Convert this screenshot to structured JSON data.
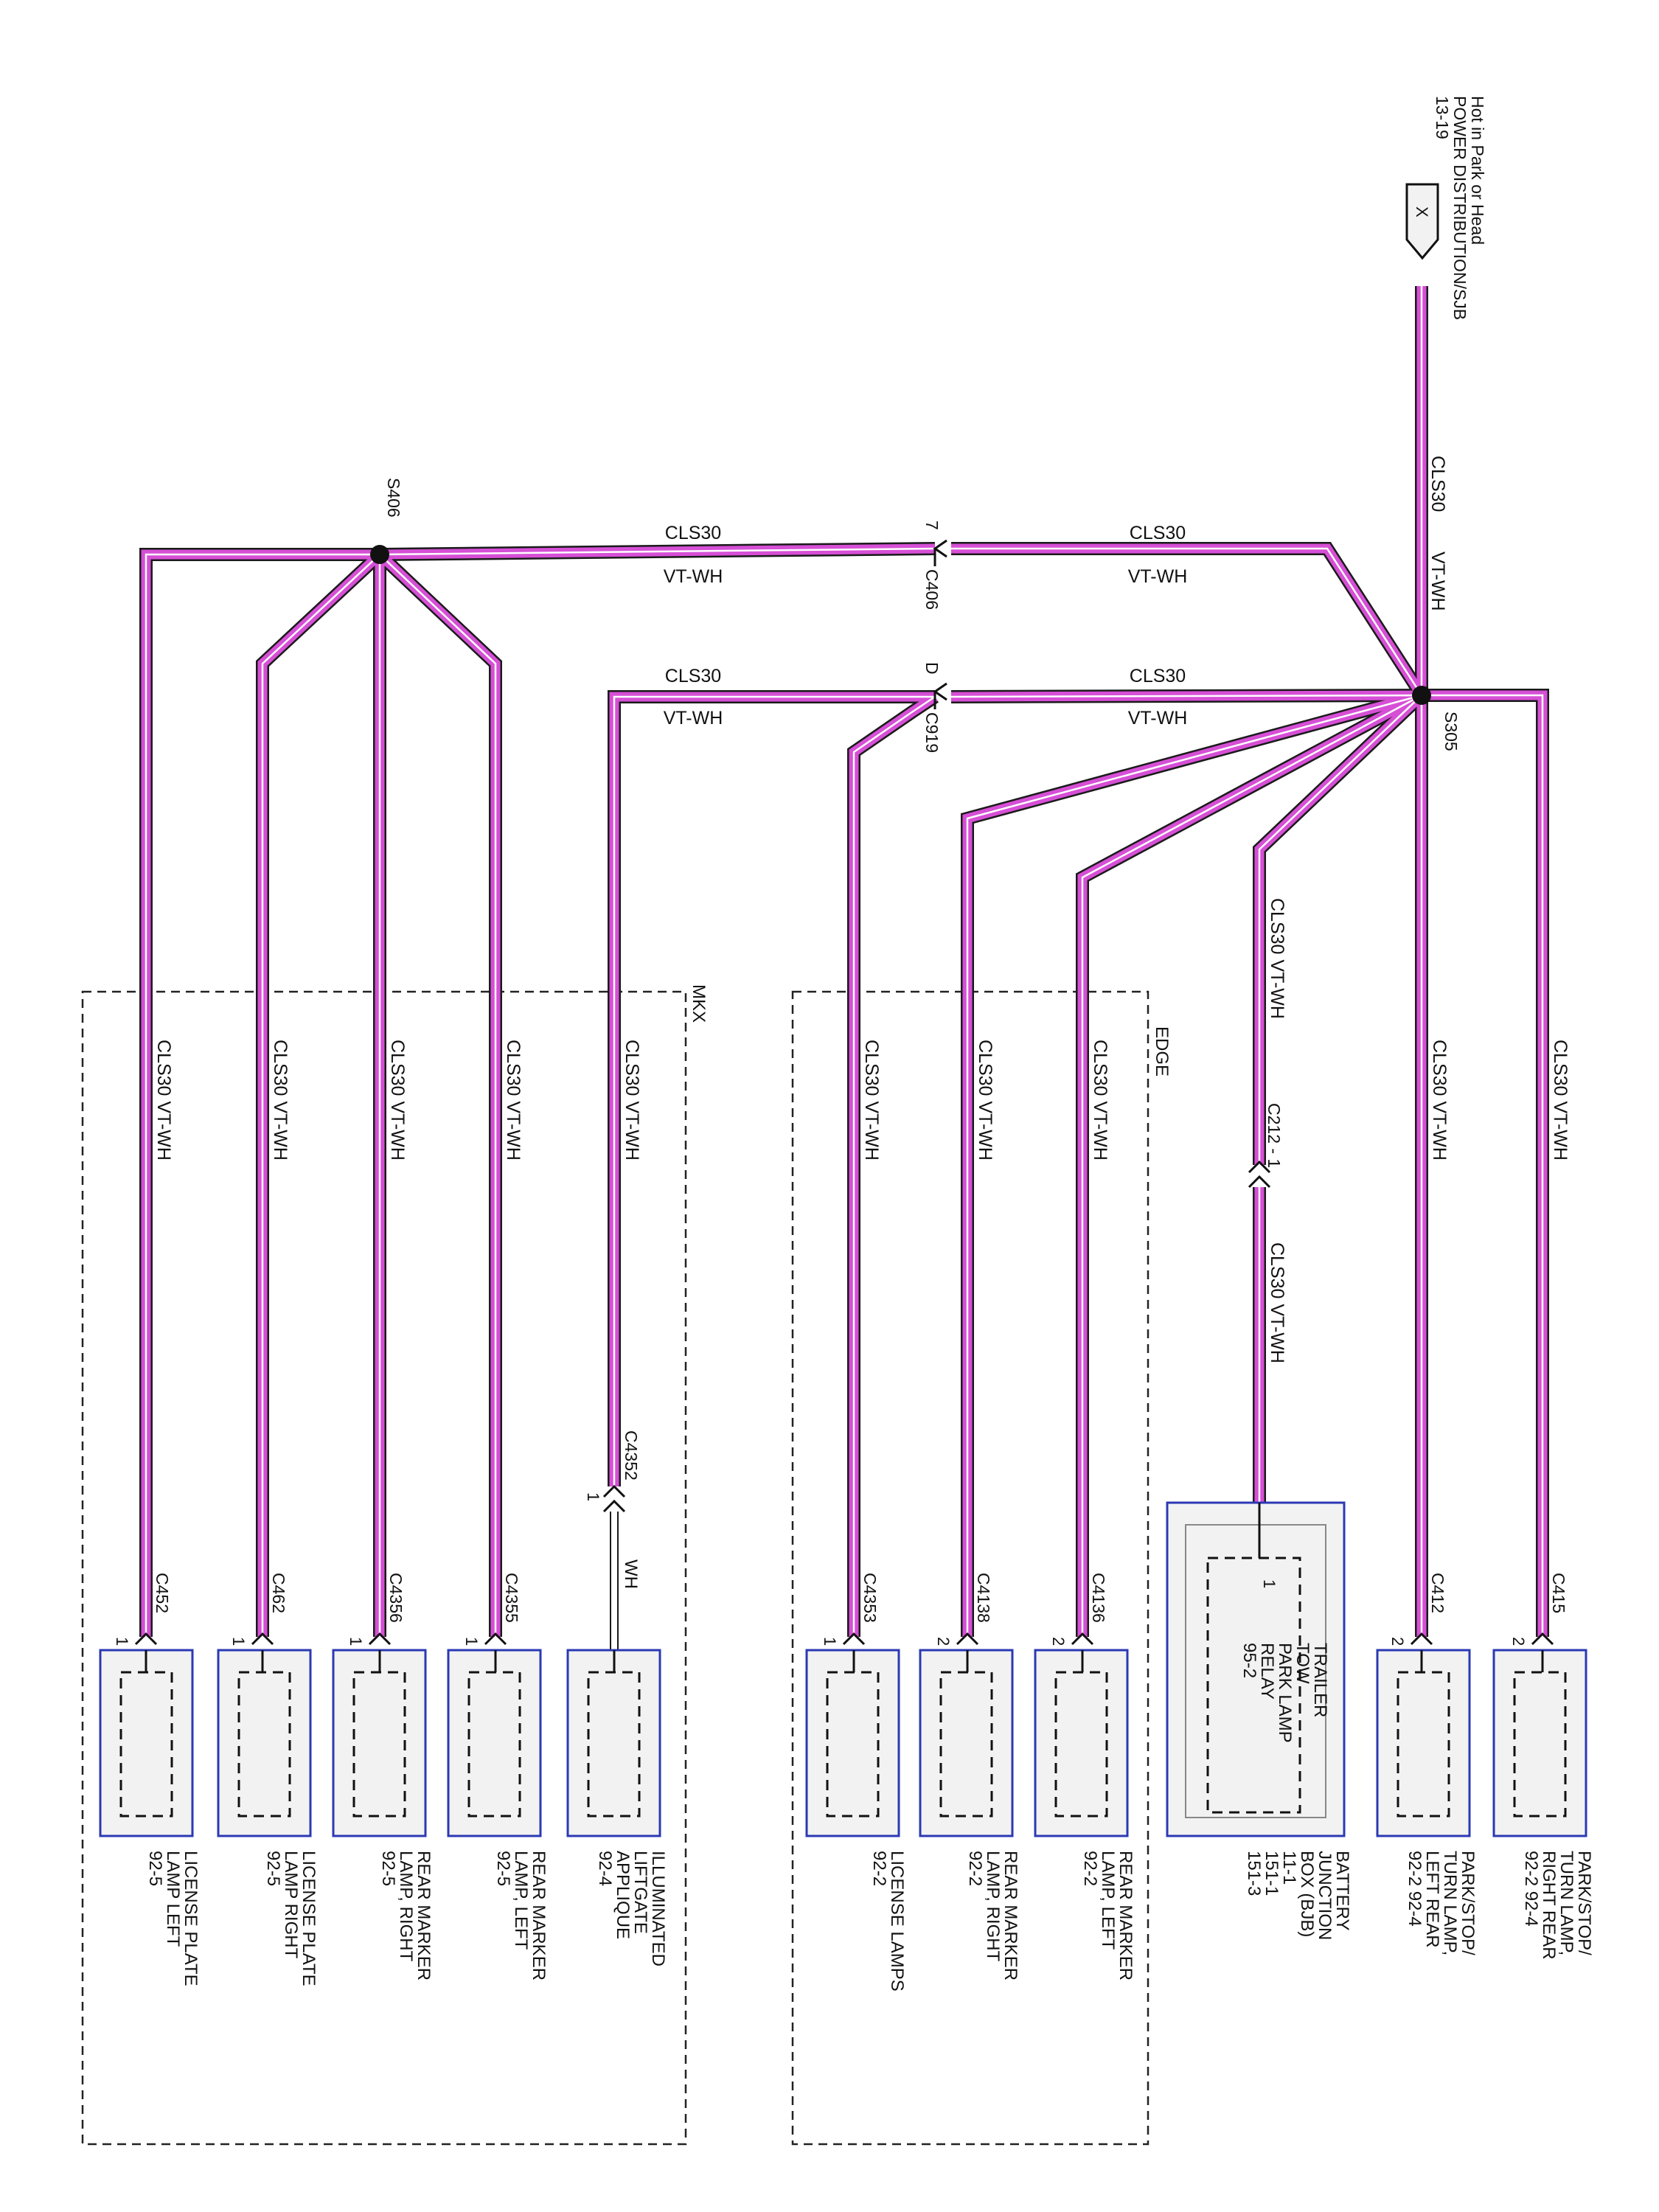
{
  "colors": {
    "wire": "#d64fd6",
    "wire_outline": "#1a1a1a",
    "component_border": "#2b39b4",
    "component_fill": "#f2f2f2"
  },
  "source": {
    "lines": [
      "Hot in Park or Head",
      "POWER DISTRIBUTION/SJB",
      "13-19"
    ],
    "pin": "X"
  },
  "splices": {
    "s305": "S305",
    "s406": "S406"
  },
  "connectors": {
    "c406": {
      "name": "C406",
      "pin": "7"
    },
    "c919": {
      "name": "C919",
      "pin": "D"
    },
    "c212": {
      "name": "C212 - 1"
    },
    "c4352": {
      "name": "C4352",
      "pin": "1"
    }
  },
  "wire_labels": {
    "circuit": "CLS30",
    "color": "VT-WH",
    "vertical": "CLS30   VT-WH",
    "wh": "WH"
  },
  "groups": {
    "edge": "EDGE",
    "mkx": "MKX"
  },
  "components": [
    {
      "key": "prr",
      "connector": "C415",
      "pin": "2",
      "lines": [
        "PARK/STOP/",
        "TURN LAMP,",
        "RIGHT REAR",
        "92-2   92-4"
      ]
    },
    {
      "key": "plr",
      "connector": "C412",
      "pin": "2",
      "lines": [
        "PARK/STOP/",
        "TURN LAMP,",
        "LEFT REAR",
        "92-2   92-4"
      ]
    },
    {
      "key": "bjb",
      "pin": "1",
      "inner_lines": [
        "TRAILER",
        "TOW",
        "PARK LAMP",
        "RELAY",
        "95-2"
      ],
      "lines": [
        "BATTERY",
        "JUNCTION",
        "BOX (BJB)",
        "11-1",
        "151-1",
        "151-3"
      ]
    },
    {
      "key": "rml_edge",
      "connector": "C4136",
      "pin": "2",
      "lines": [
        "REAR MARKER",
        "LAMP, LEFT",
        "92-2"
      ]
    },
    {
      "key": "rmr_edge",
      "connector": "C4138",
      "pin": "2",
      "lines": [
        "REAR MARKER",
        "LAMP, RIGHT",
        "92-2"
      ]
    },
    {
      "key": "lic_edge",
      "connector": "C4353",
      "pin": "1",
      "lines": [
        "LICENSE LAMPS",
        "92-2"
      ]
    },
    {
      "key": "ila",
      "lines": [
        "ILLUMINATED",
        "LIFTGATE",
        "APPLIQUE",
        "92-4"
      ]
    },
    {
      "key": "rml_mkx",
      "connector": "C4355",
      "pin": "1",
      "lines": [
        "REAR MARKER",
        "LAMP, LEFT",
        "92-5"
      ]
    },
    {
      "key": "rmr_mkx",
      "connector": "C4356",
      "pin": "1",
      "lines": [
        "REAR MARKER",
        "LAMP, RIGHT",
        "92-5"
      ]
    },
    {
      "key": "lpr",
      "connector": "C462",
      "pin": "1",
      "lines": [
        "LICENSE PLATE",
        "LAMP RIGHT",
        "92-5"
      ]
    },
    {
      "key": "lpl",
      "connector": "C452",
      "pin": "1",
      "lines": [
        "LICENSE PLATE",
        "LAMP LEFT",
        "92-5"
      ]
    }
  ]
}
